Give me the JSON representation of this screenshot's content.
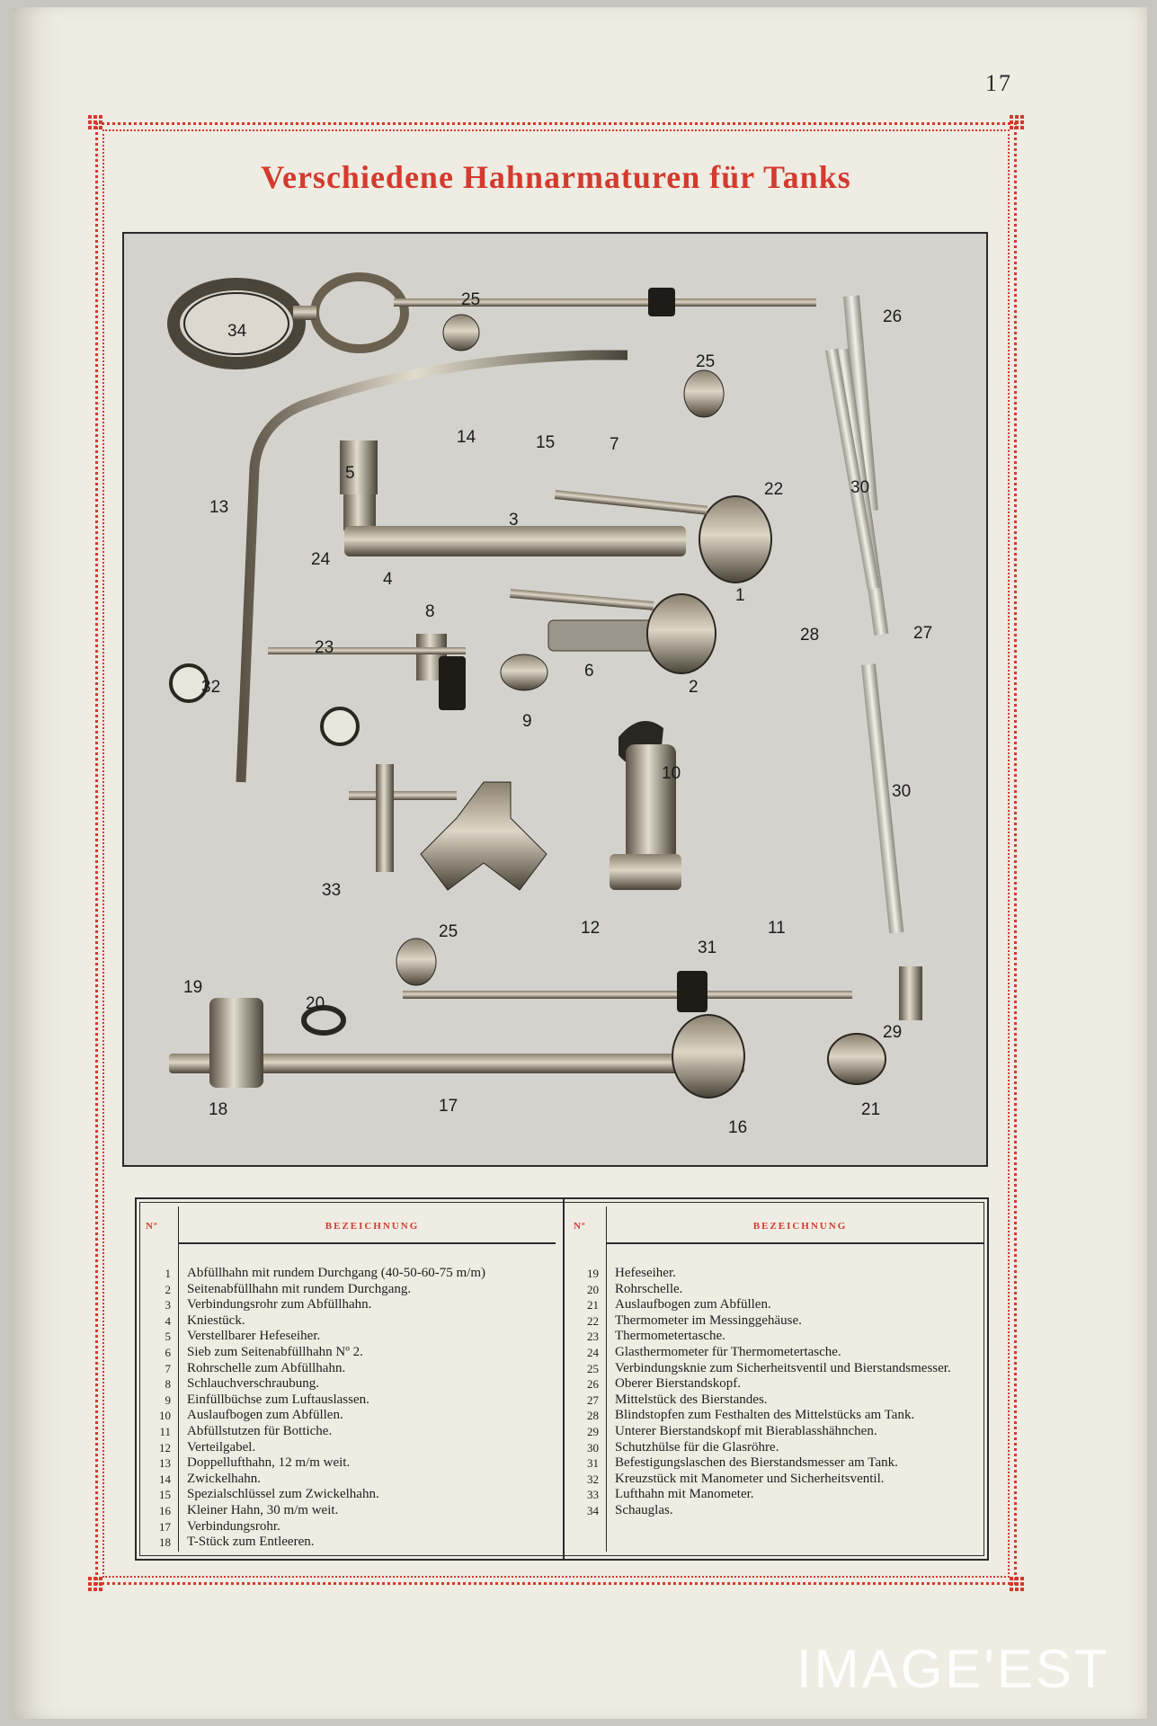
{
  "page_number": "17",
  "title": "Verschiedene Hahnarmaturen für Tanks",
  "photo": {
    "labels": [
      "34",
      "25",
      "31",
      "26",
      "25",
      "13",
      "14",
      "15",
      "7",
      "5",
      "22",
      "30",
      "3",
      "24",
      "4",
      "1",
      "28",
      "27",
      "8",
      "23",
      "6",
      "32",
      "2",
      "9",
      "10",
      "30",
      "12",
      "11",
      "33",
      "25",
      "31",
      "19",
      "20",
      "29",
      "18",
      "17",
      "16",
      "21"
    ]
  },
  "legend": {
    "header_no": "Nº",
    "header_bezeichnung": "BEZEICHNUNG",
    "left": [
      {
        "no": "1",
        "text": "Abfüllhahn mit rundem Durchgang (40-50-60-75 m/m)"
      },
      {
        "no": "2",
        "text": "Seitenabfüllhahn mit rundem Durchgang."
      },
      {
        "no": "3",
        "text": "Verbindungsrohr zum Abfüllhahn."
      },
      {
        "no": "4",
        "text": "Kniestück."
      },
      {
        "no": "5",
        "text": "Verstellbarer Hefeseiher."
      },
      {
        "no": "6",
        "text": "Sieb zum Seitenabfüllhahn Nº 2."
      },
      {
        "no": "7",
        "text": "Rohrschelle zum Abfüllhahn."
      },
      {
        "no": "8",
        "text": "Schlauchverschraubung."
      },
      {
        "no": "9",
        "text": "Einfüllbüchse zum Luftauslassen."
      },
      {
        "no": "10",
        "text": "Auslaufbogen zum Abfüllen."
      },
      {
        "no": "11",
        "text": "Abfüllstutzen für Bottiche."
      },
      {
        "no": "12",
        "text": "Verteilgabel."
      },
      {
        "no": "13",
        "text": "Doppellufthahn, 12 m/m weit."
      },
      {
        "no": "14",
        "text": "Zwickelhahn."
      },
      {
        "no": "15",
        "text": "Spezialschlüssel zum Zwickelhahn."
      },
      {
        "no": "16",
        "text": "Kleiner Hahn, 30 m/m weit."
      },
      {
        "no": "17",
        "text": "Verbindungsrohr."
      },
      {
        "no": "18",
        "text": "T-Stück zum Entleeren."
      }
    ],
    "right": [
      {
        "no": "19",
        "text": "Hefeseiher."
      },
      {
        "no": "20",
        "text": "Rohrschelle."
      },
      {
        "no": "21",
        "text": "Auslaufbogen zum Abfüllen."
      },
      {
        "no": "22",
        "text": "Thermometer im Messinggehäuse."
      },
      {
        "no": "23",
        "text": "Thermometertasche."
      },
      {
        "no": "24",
        "text": "Glasthermometer für Thermometertasche."
      },
      {
        "no": "25",
        "text": "Verbindungsknie zum Sicherheitsventil und Bierstandsmesser."
      },
      {
        "no": "26",
        "text": "Oberer Bierstandskopf."
      },
      {
        "no": "27",
        "text": "Mittelstück des Bierstandes."
      },
      {
        "no": "28",
        "text": "Blindstopfen zum Festhalten des Mittelstücks am Tank."
      },
      {
        "no": "29",
        "text": "Unterer Bierstandskopf mit Bierablasshähnchen."
      },
      {
        "no": "30",
        "text": "Schutzhülse für die Glasröhre."
      },
      {
        "no": "31",
        "text": "Befestigungslaschen des Bierstandsmesser am Tank."
      },
      {
        "no": "32",
        "text": "Kreuzstück mit Manometer und Sicherheitsventil."
      },
      {
        "no": "33",
        "text": "Lufthahn mit Manometer."
      },
      {
        "no": "34",
        "text": "Schauglas."
      }
    ]
  },
  "watermark": "IMAGE'EST",
  "colors": {
    "accent_red": "#d43a2e",
    "paper": "#efece3",
    "ink": "#1e1e1e"
  }
}
